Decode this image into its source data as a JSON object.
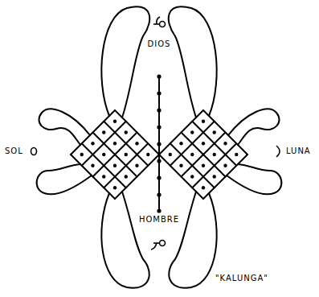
{
  "diagram": {
    "caption": "\"KALUNGA\"",
    "labels": [
      "DIOS",
      "SOL",
      "LUNA",
      "HOMBRE"
    ]
  }
}
